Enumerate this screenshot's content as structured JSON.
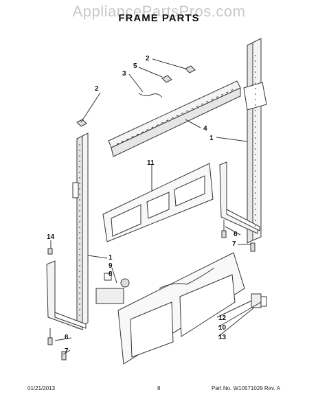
{
  "watermark": "AppliancePartsPros.com",
  "title": "FRAME PARTS",
  "footer": {
    "date": "01/21/2013",
    "page": "8",
    "part_number": "Part No. W10571029  Rev. A"
  },
  "callouts": [
    "2",
    "5",
    "3",
    "2",
    "4",
    "1",
    "11",
    "14",
    "6",
    "7",
    "1",
    "9",
    "8",
    "6",
    "7",
    "12",
    "10",
    "13"
  ]
}
